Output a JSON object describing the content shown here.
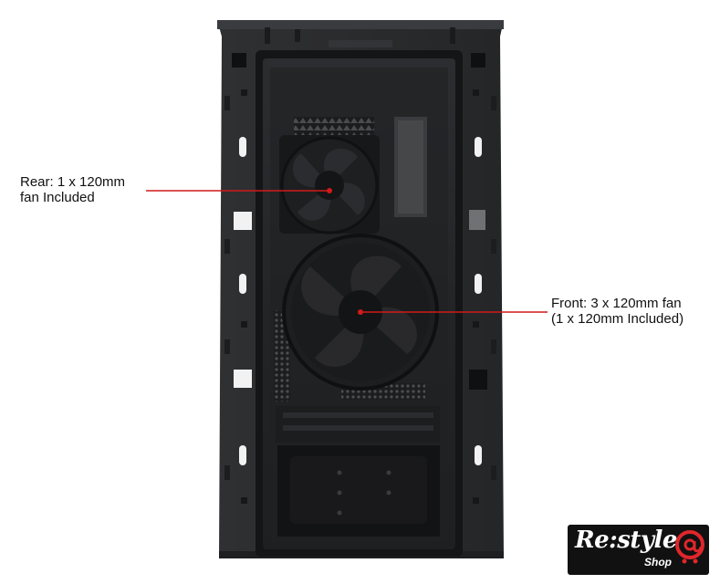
{
  "callouts": {
    "rear": {
      "line1": "Rear: 1 x 120mm",
      "line2": "fan Included"
    },
    "front": {
      "line1": "Front: 3 x 120mm fan",
      "line2": "(1 x 120mm Included)"
    }
  },
  "logo": {
    "main": "Re:style",
    "sub": "Shop"
  },
  "colors": {
    "case_body": "#2a2b2d",
    "case_dark": "#161718",
    "glass_panel": "#232426",
    "callout_line": "#d11a1a",
    "logo_bg": "#111111",
    "logo_accent": "#e0262b"
  }
}
